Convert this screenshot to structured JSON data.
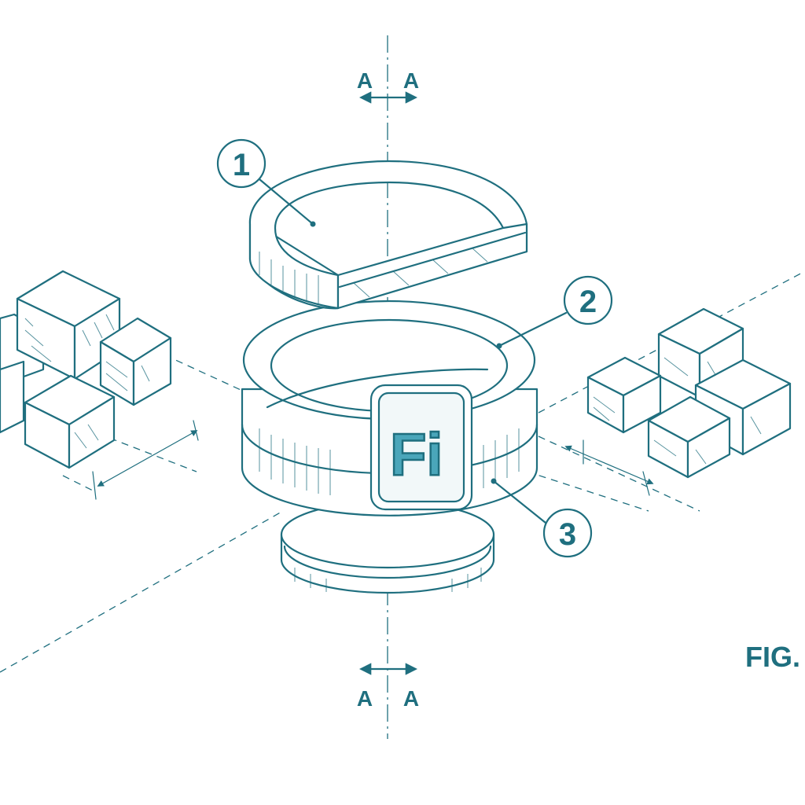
{
  "colors": {
    "ink": "#1f6f7f",
    "accent": "#4aa6ba",
    "background": "#ffffff"
  },
  "section_marks": {
    "top_left": "A",
    "top_right": "A",
    "bottom_left": "A",
    "bottom_right": "A"
  },
  "callouts": [
    {
      "number": "1"
    },
    {
      "number": "2"
    },
    {
      "number": "3"
    }
  ],
  "logo": {
    "text": "Fi"
  },
  "figure_label": "FIG."
}
